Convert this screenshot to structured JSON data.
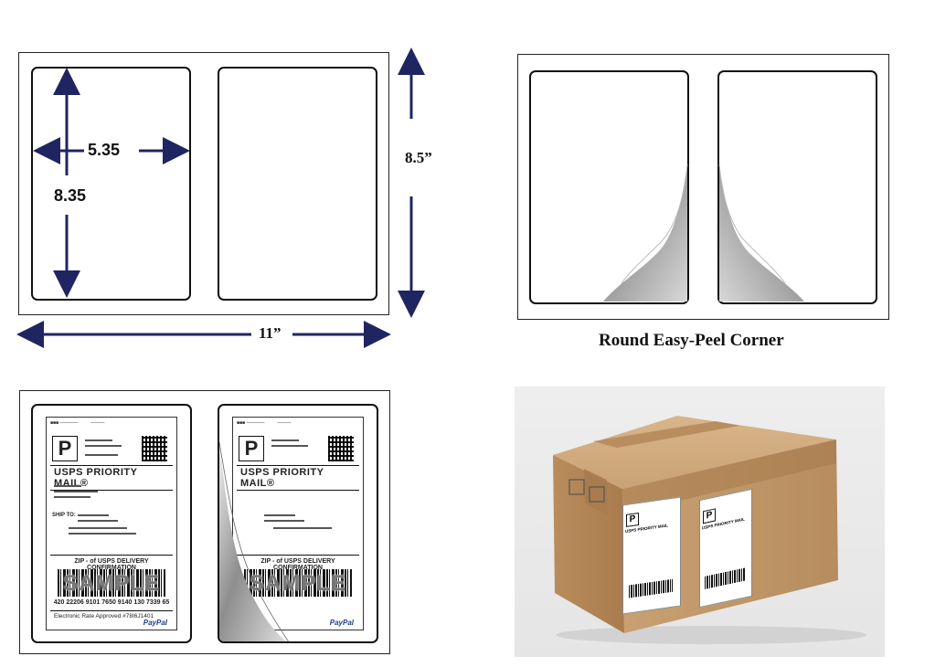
{
  "dimensions": {
    "width_label": "5.35",
    "height_label": "8.35",
    "sheet_height_label": "8.5”",
    "sheet_width_label": "11”"
  },
  "caption": "Round Easy-Peel Corner",
  "sample_label": {
    "priority_mail": "USPS PRIORITY MAIL®",
    "p_letter": "P",
    "confirmation": "ZIP - of USPS DELIVERY CONFIRMATION",
    "sample": "SAMPLE",
    "tracking_number": "420 22206 9101 7650 9140 130 7339 65",
    "electronic": "Electronic Rate Approved #78I6J1401",
    "paypal": "PayPal",
    "ship_to": "SHIP TO:"
  },
  "box_label": {
    "priority_mail": "USPS PRIORITY MAIL",
    "p_letter": "P"
  },
  "colors": {
    "arrow": "#1f2560",
    "cardboard": "#c49a6c",
    "tape": "#b88d60"
  }
}
